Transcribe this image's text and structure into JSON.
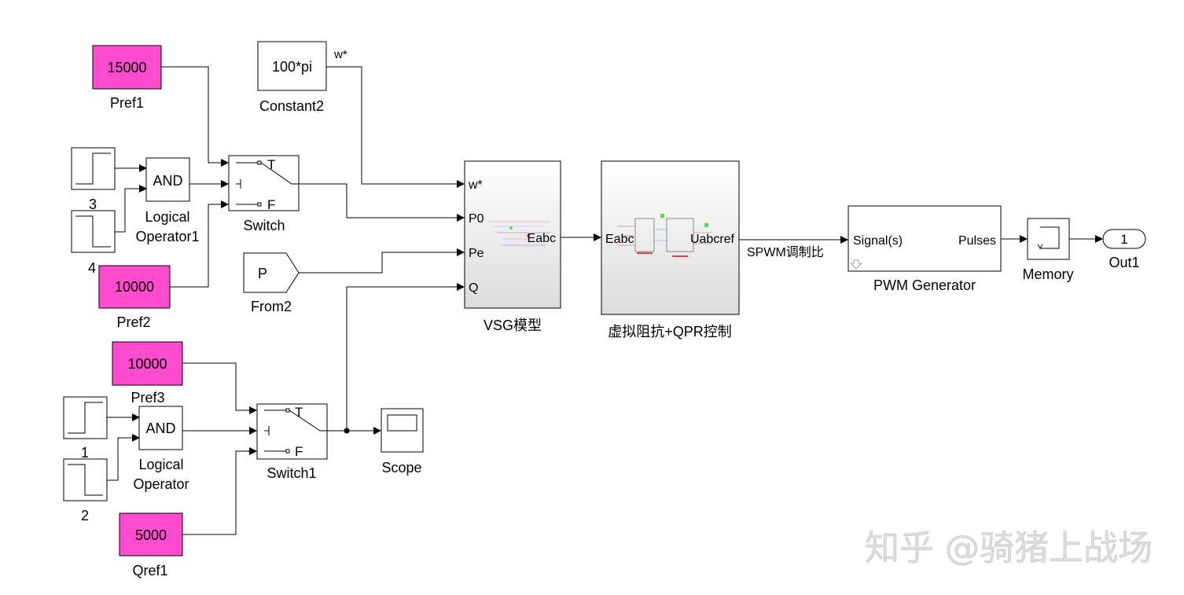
{
  "colors": {
    "const_fill": "#ff4ccf",
    "line": "#000000",
    "watermark": "#d9d9d9"
  },
  "blocks": {
    "pref1": {
      "value": "15000",
      "name": "Pref1"
    },
    "pref2": {
      "value": "10000",
      "name": "Pref2"
    },
    "pref3": {
      "value": "10000",
      "name": "Pref3"
    },
    "qref1": {
      "value": "5000",
      "name": "Qref1"
    },
    "constant2": {
      "value": "100*pi",
      "name": "Constant2",
      "signal": "w*"
    },
    "step3": {
      "name": "3"
    },
    "step4": {
      "name": "4"
    },
    "step1": {
      "name": "1"
    },
    "step2": {
      "name": "2"
    },
    "and1": {
      "op": "AND",
      "name_line1": "Logical",
      "name_line2": "Operator1"
    },
    "and0": {
      "op": "AND",
      "name_line1": "Logical",
      "name_line2": "Operator"
    },
    "switch": {
      "name": "Switch",
      "port_t": "T",
      "port_f": "F"
    },
    "switch1": {
      "name": "Switch1",
      "port_t": "T",
      "port_f": "F"
    },
    "from2": {
      "tag": "P",
      "name": "From2"
    },
    "vsg": {
      "name": "VSG模型",
      "in1": "w*",
      "in2": "P0",
      "in3": "Pe",
      "in4": "Q",
      "out": "Eabc"
    },
    "qpr": {
      "name": "虚拟阻抗+QPR控制",
      "in": "Eabc",
      "out": "Uabcref"
    },
    "signal_label": "SPWM调制比",
    "pwm": {
      "name": "PWM Generator",
      "in": "Signal(s)",
      "out": "Pulses"
    },
    "memory": {
      "name": "Memory"
    },
    "scope": {
      "name": "Scope"
    },
    "out1": {
      "port": "1",
      "name": "Out1"
    }
  },
  "watermark": "知乎 @骑猪上战场"
}
